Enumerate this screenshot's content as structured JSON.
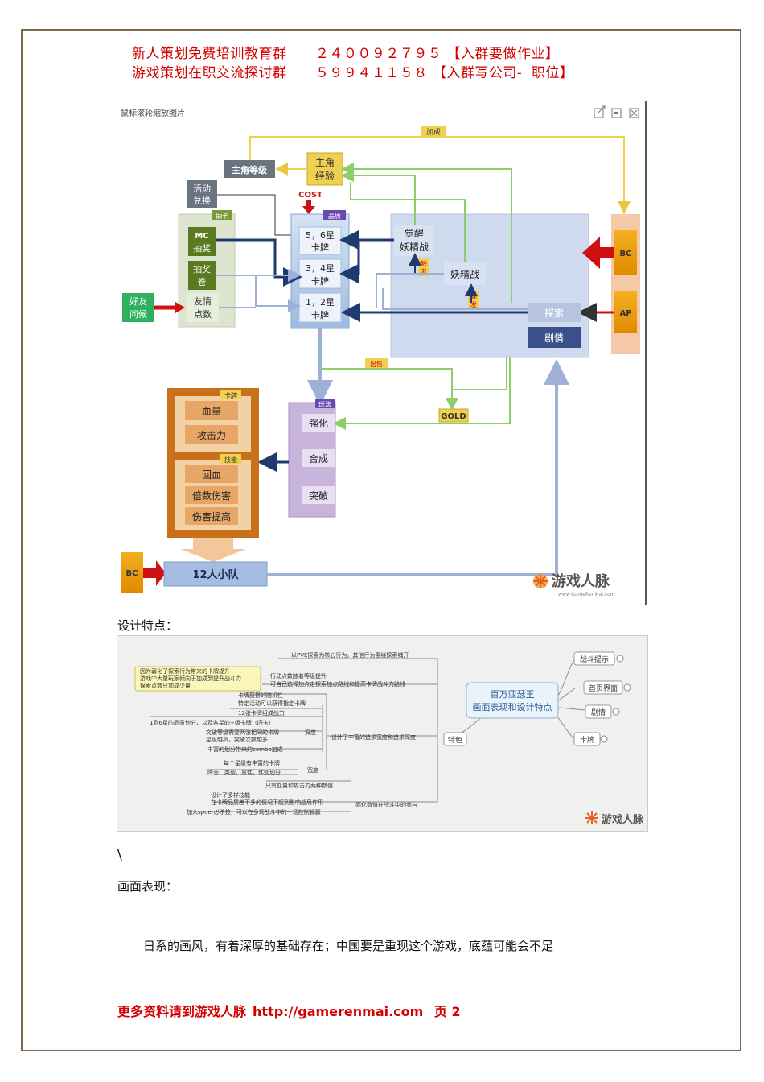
{
  "header": {
    "line1_name": "新人策划免费培训教育群",
    "line1_number": "２４００９２７９５",
    "line1_note": "【入群要做作业】",
    "line2_name": "游戏策划在职交流探讨群",
    "line2_number": "５９９４１１５８",
    "line2_note": "【入群写公司-  职位】"
  },
  "diagram": {
    "window_title": "鼠标滚轮缩放图片",
    "jiacheng": "加成",
    "player_level": "主角等级",
    "player_exp_1": "主角",
    "player_exp_2": "经验",
    "cost": "COST",
    "activity_1": "活动",
    "activity_2": "兑换",
    "gacha_tag": "抽卡",
    "rarity_tag": "品质",
    "mc_1": "MC",
    "mc_2": "抽奖",
    "ticket_1": "抽奖",
    "ticket_2": "卷",
    "friend_pts_1": "友情",
    "friend_pts_2": "点数",
    "friend_greet_1": "好友",
    "friend_greet_2": "问候",
    "star56_1": "5，6星",
    "star56_2": "卡牌",
    "star34_1": "3，4星",
    "star34_2": "卡牌",
    "star12_1": "1，2星",
    "star12_2": "卡牌",
    "awaken_1": "觉醒",
    "awaken_2": "妖精战",
    "trigger1_1": "触",
    "trigger1_2": "发",
    "fairy_battle": "妖精战",
    "trigger2_1": "触",
    "trigger2_2": "发",
    "explore": "探索",
    "story": "剧情",
    "bc": "BC",
    "ap": "AP",
    "sell": "出售",
    "gold": "GOLD",
    "card_tag": "卡牌",
    "hp": "血量",
    "attack": "攻击力",
    "skill_tag": "技能",
    "heal": "回血",
    "multi_dmg": "倍数伤害",
    "dmg_up": "伤害提高",
    "play_tag": "玩法",
    "enhance": "强化",
    "fuse": "合成",
    "breakthrough": "突破",
    "bc2": "BC",
    "team": "12人小队",
    "watermark": "游戏人脉",
    "watermark_url": "www.GameRenMai.com"
  },
  "section_design": "设计特点：",
  "mindmap": {
    "center_1": "百万亚瑟王",
    "center_2": "画面表现和设计特点",
    "r1": "战斗提示",
    "r2": "首页界面",
    "r3": "剧情",
    "r4": "卡牌",
    "feature": "特色",
    "b1": "以PVE探索为核心行为，其他行为围绕探索铺开",
    "b2a": "行动点数随着等级提升",
    "b2b": "可自己选择加点走探索加点路线和提高卡牌战斗力路线",
    "note1": "因为弱化了探索行为带来的卡牌提升",
    "note2": "游戏中大量玩家倾向于加成到提升战斗力",
    "note3": "探索点数只加成少量",
    "b3": "设计了丰富的追求宽度和追求深度",
    "depth": "深度",
    "d1": "卡牌获得的随机性",
    "d2": "特定活动可以获得指定卡牌",
    "d3": "12张卡牌组成战力",
    "d4": "1到6星的品质划分，以及各星的+级卡牌（闪卡）",
    "d5": "突破等级需要两张相同的卡牌",
    "d6": "星级越高，突破次数越多",
    "d7": "丰富的划分带来的combo加成",
    "width": "宽度",
    "w1": "每个星级有丰富的卡牌",
    "w2": "阵营，类型，属性，性别划分",
    "b4": "简化数值在战斗中的参与",
    "s1": "只有血量和攻击力两种数值",
    "s2": "设计了多样技能",
    "s3": "在卡牌品质差不多的情况下起到影响战局作用",
    "s4": "加入spuer必杀技，可以在多场战斗中的一场控制输赢",
    "watermark": "游戏人脉"
  },
  "backslash": "\\",
  "section_visual": "画面表现：",
  "paragraph": "日系的画风，有着深厚的基础存在；中国要是重现这个游戏，底蕴可能会不足",
  "footer": {
    "text": "更多资料请到游戏人脉",
    "url": "http://gamerenmai.com",
    "page": "页 2"
  },
  "colors": {
    "header_red": "#d40000",
    "frame_brown": "#7a6a48",
    "arrow_navy": "#1f3a6e",
    "arrow_green": "#8ccf6a",
    "arrow_yellow": "#f0d050",
    "arrow_red": "#d01010"
  }
}
